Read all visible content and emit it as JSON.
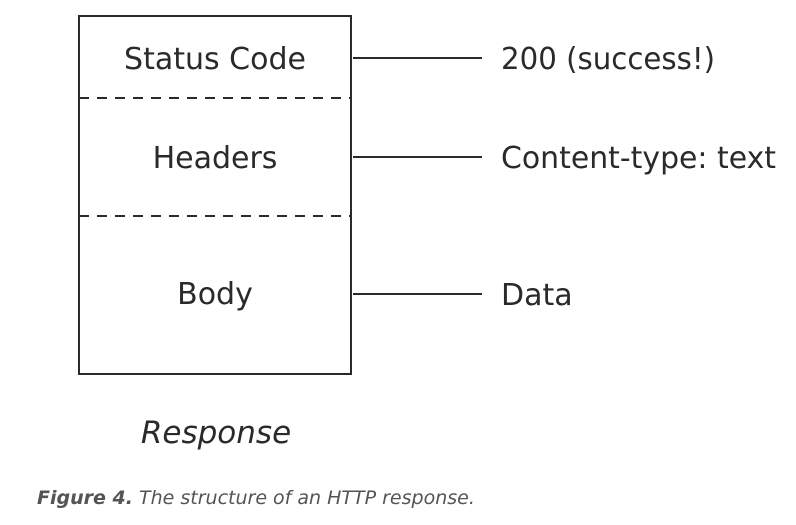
{
  "diagram": {
    "sections": [
      {
        "label": "Status Code",
        "value": "200 (success!)"
      },
      {
        "label": "Headers",
        "value": "Content-type: text"
      },
      {
        "label": "Body",
        "value": "Data"
      }
    ],
    "title": "Response"
  },
  "caption": {
    "label": "Figure 4.",
    "text": "The structure of an HTTP response."
  }
}
